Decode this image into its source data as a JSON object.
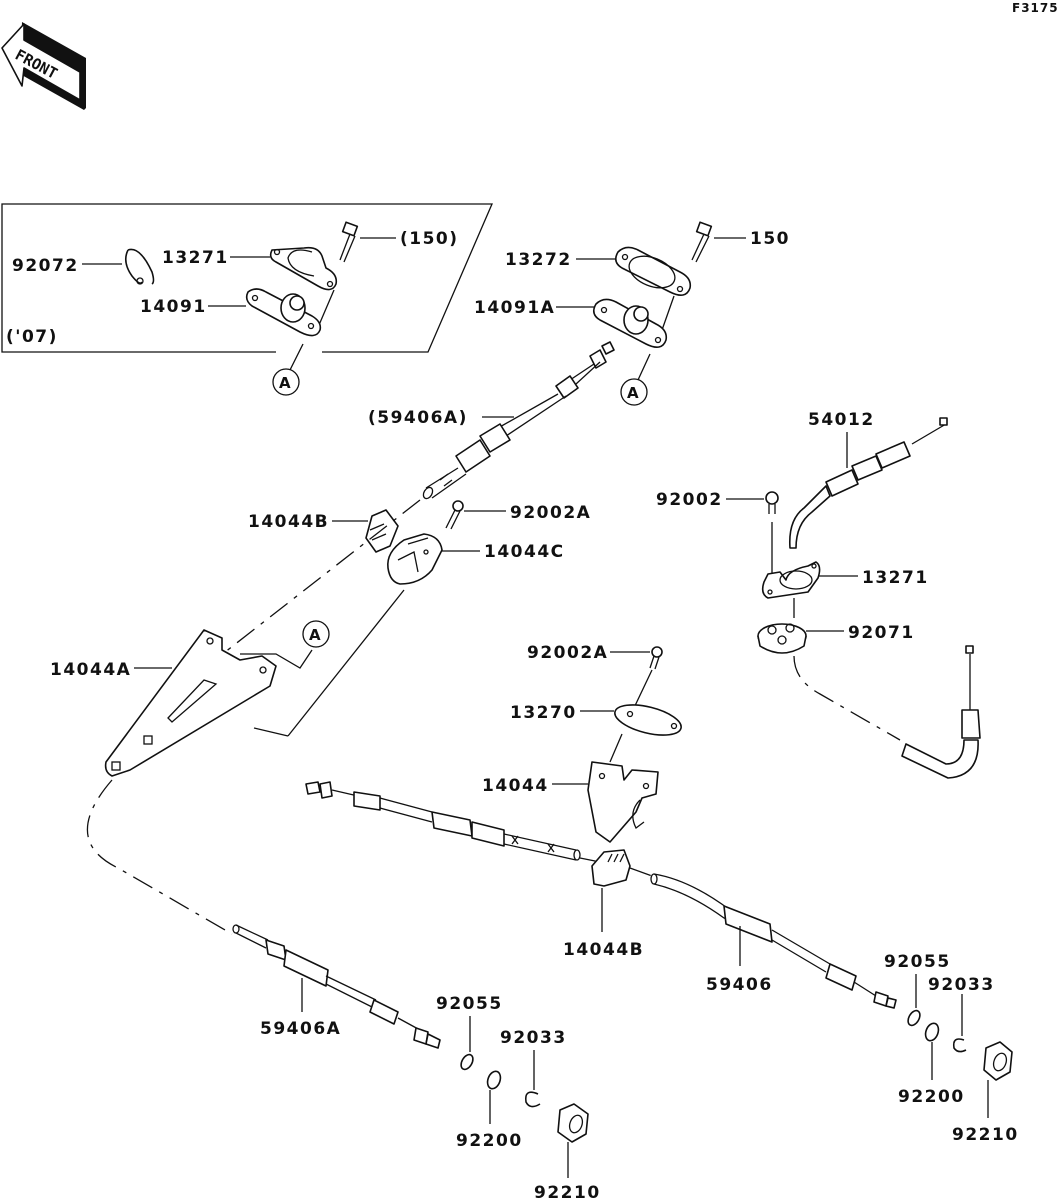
{
  "diagram": {
    "figure_code": "F3175",
    "front_arrow_text": "FRONT",
    "subassembly_note": "('07)",
    "reference_marker": "A",
    "labels": {
      "p92072": "92072",
      "p13271_box": "13271",
      "p150_box": "(150)",
      "p14091": "14091",
      "p13272": "13272",
      "p150": "150",
      "p14091A": "14091A",
      "p59406A_top": "(59406A)",
      "p54012": "54012",
      "p92002": "92002",
      "p14044B_top": "14044B",
      "p92002A_top": "92002A",
      "p14044C": "14044C",
      "p13271": "13271",
      "p92071": "92071",
      "p14044A": "14044A",
      "p92002A_mid": "92002A",
      "p13270": "13270",
      "p14044": "14044",
      "p14044B_bot": "14044B",
      "p59406": "59406",
      "p92055_right": "92055",
      "p92033_right": "92033",
      "p92200_right": "92200",
      "p92210_right": "92210",
      "p59406A": "59406A",
      "p92055_left": "92055",
      "p92033_left": "92033",
      "p92200_left": "92200",
      "p92210_left": "92210"
    }
  }
}
